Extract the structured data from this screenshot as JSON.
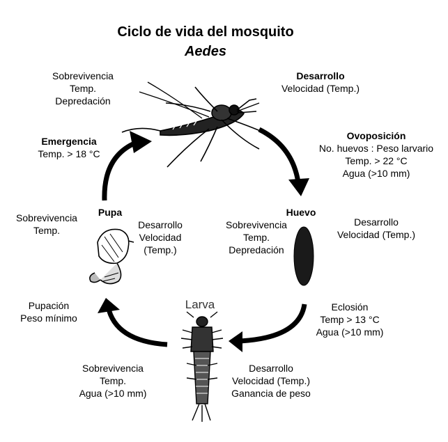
{
  "title": "Ciclo de vida del mosquito",
  "subtitle": "Aedes",
  "labels": {
    "adult_left": [
      "Sobrevivencia",
      "Temp.",
      "Depredación"
    ],
    "adult_right_head": "Desarrollo",
    "adult_right": [
      "Velocidad (Temp.)"
    ],
    "emergence_head": "Emergencia",
    "emergence": [
      "Temp. > 18 °C"
    ],
    "oviposition_head": "Ovoposición",
    "oviposition": [
      "No. huevos : Peso larvario",
      "Temp. > 22 °C",
      "Agua (>10 mm)"
    ],
    "pupa_stage": "Pupa",
    "pupa_left": [
      "Sobrevivencia",
      "Temp."
    ],
    "pupa_right": [
      "Desarrollo",
      "Velocidad",
      "(Temp.)"
    ],
    "egg_stage": "Huevo",
    "egg_left": [
      "Sobrevivencia",
      "Temp.",
      "Depredación"
    ],
    "egg_right": [
      "Desarrollo",
      "Velocidad (Temp.)"
    ],
    "pupation": [
      "Pupación",
      "Peso mínimo"
    ],
    "larva_stage": "Larva",
    "hatching": [
      "Eclosión",
      "Temp > 13 °C",
      "Agua (>10 mm)"
    ],
    "larva_left": [
      "Sobrevivencia",
      "Temp.",
      "Agua (>10 mm)"
    ],
    "larva_right": [
      "Desarrollo",
      "Velocidad (Temp.)",
      "Ganancia de peso"
    ]
  },
  "colors": {
    "ink": "#000000",
    "egg": "#1a1a1a",
    "background": "#ffffff"
  }
}
